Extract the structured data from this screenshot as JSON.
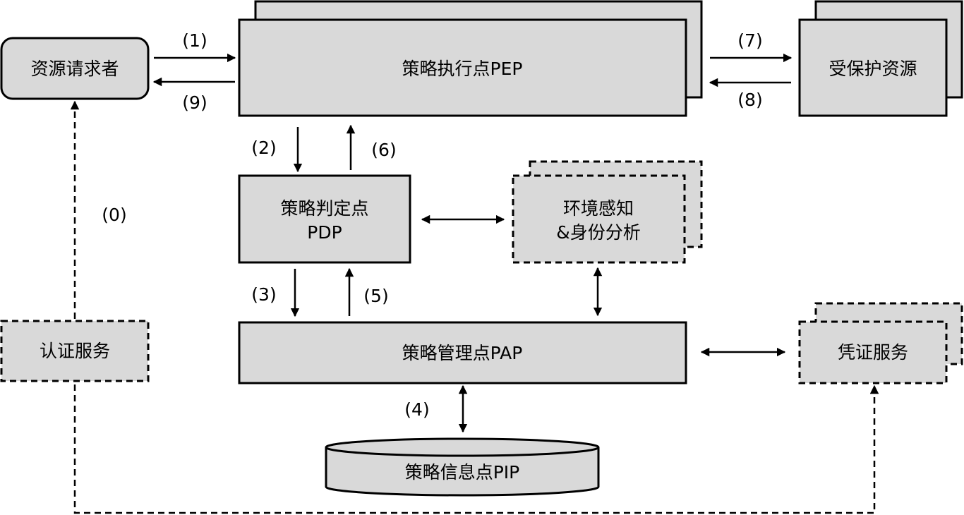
{
  "nodes": {
    "requester": "资源请求者",
    "pep": "策略执行点PEP",
    "protected": "受保护资源",
    "pdp_line1": "策略判定点",
    "pdp_line2": "PDP",
    "env_line1": "环境感知",
    "env_line2": "&身份分析",
    "auth": "认证服务",
    "pap": "策略管理点PAP",
    "cred": "凭证服务",
    "pip": "策略信息点PIP"
  },
  "steps": {
    "s0": "(0)",
    "s1": "(1)",
    "s2": "(2)",
    "s3": "(3)",
    "s4": "(4)",
    "s5": "(5)",
    "s6": "(6)",
    "s7": "(7)",
    "s8": "(8)",
    "s9": "(9)"
  }
}
